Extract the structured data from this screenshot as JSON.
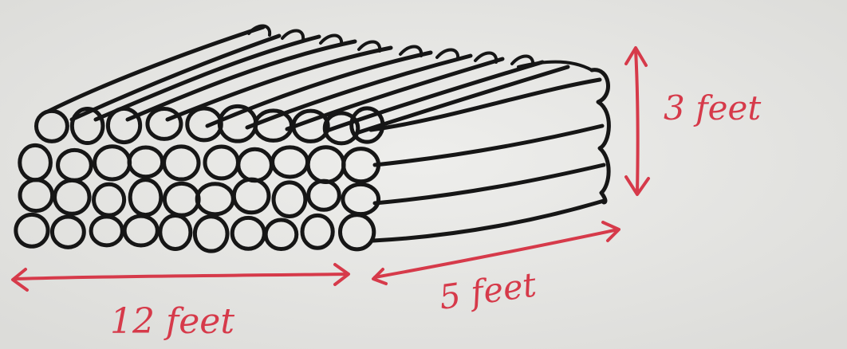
{
  "diagram": {
    "labels": {
      "length": "12 feet",
      "width": "5 feet",
      "height": "3 feet"
    },
    "colors": {
      "paper": "#e9e9e7",
      "ink": "#161616",
      "annotation": "#d63a4a"
    }
  }
}
